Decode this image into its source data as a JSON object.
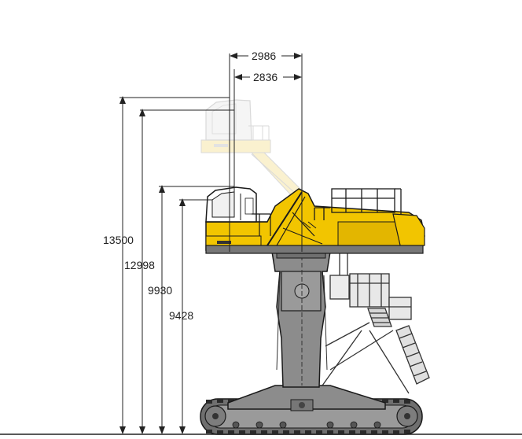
{
  "dimensions": {
    "max_height": "13500",
    "height_2": "12998",
    "height_3": "9930",
    "height_4": "9428",
    "offset_1": "2986",
    "offset_2": "2836"
  },
  "colors": {
    "machine_yellow": "#f2c500",
    "machine_grey": "#8c8c8c",
    "outline": "#1a1a1a",
    "ghost_yellow": "#f6e7a8",
    "ghost_grey": "#d2d2d2"
  }
}
